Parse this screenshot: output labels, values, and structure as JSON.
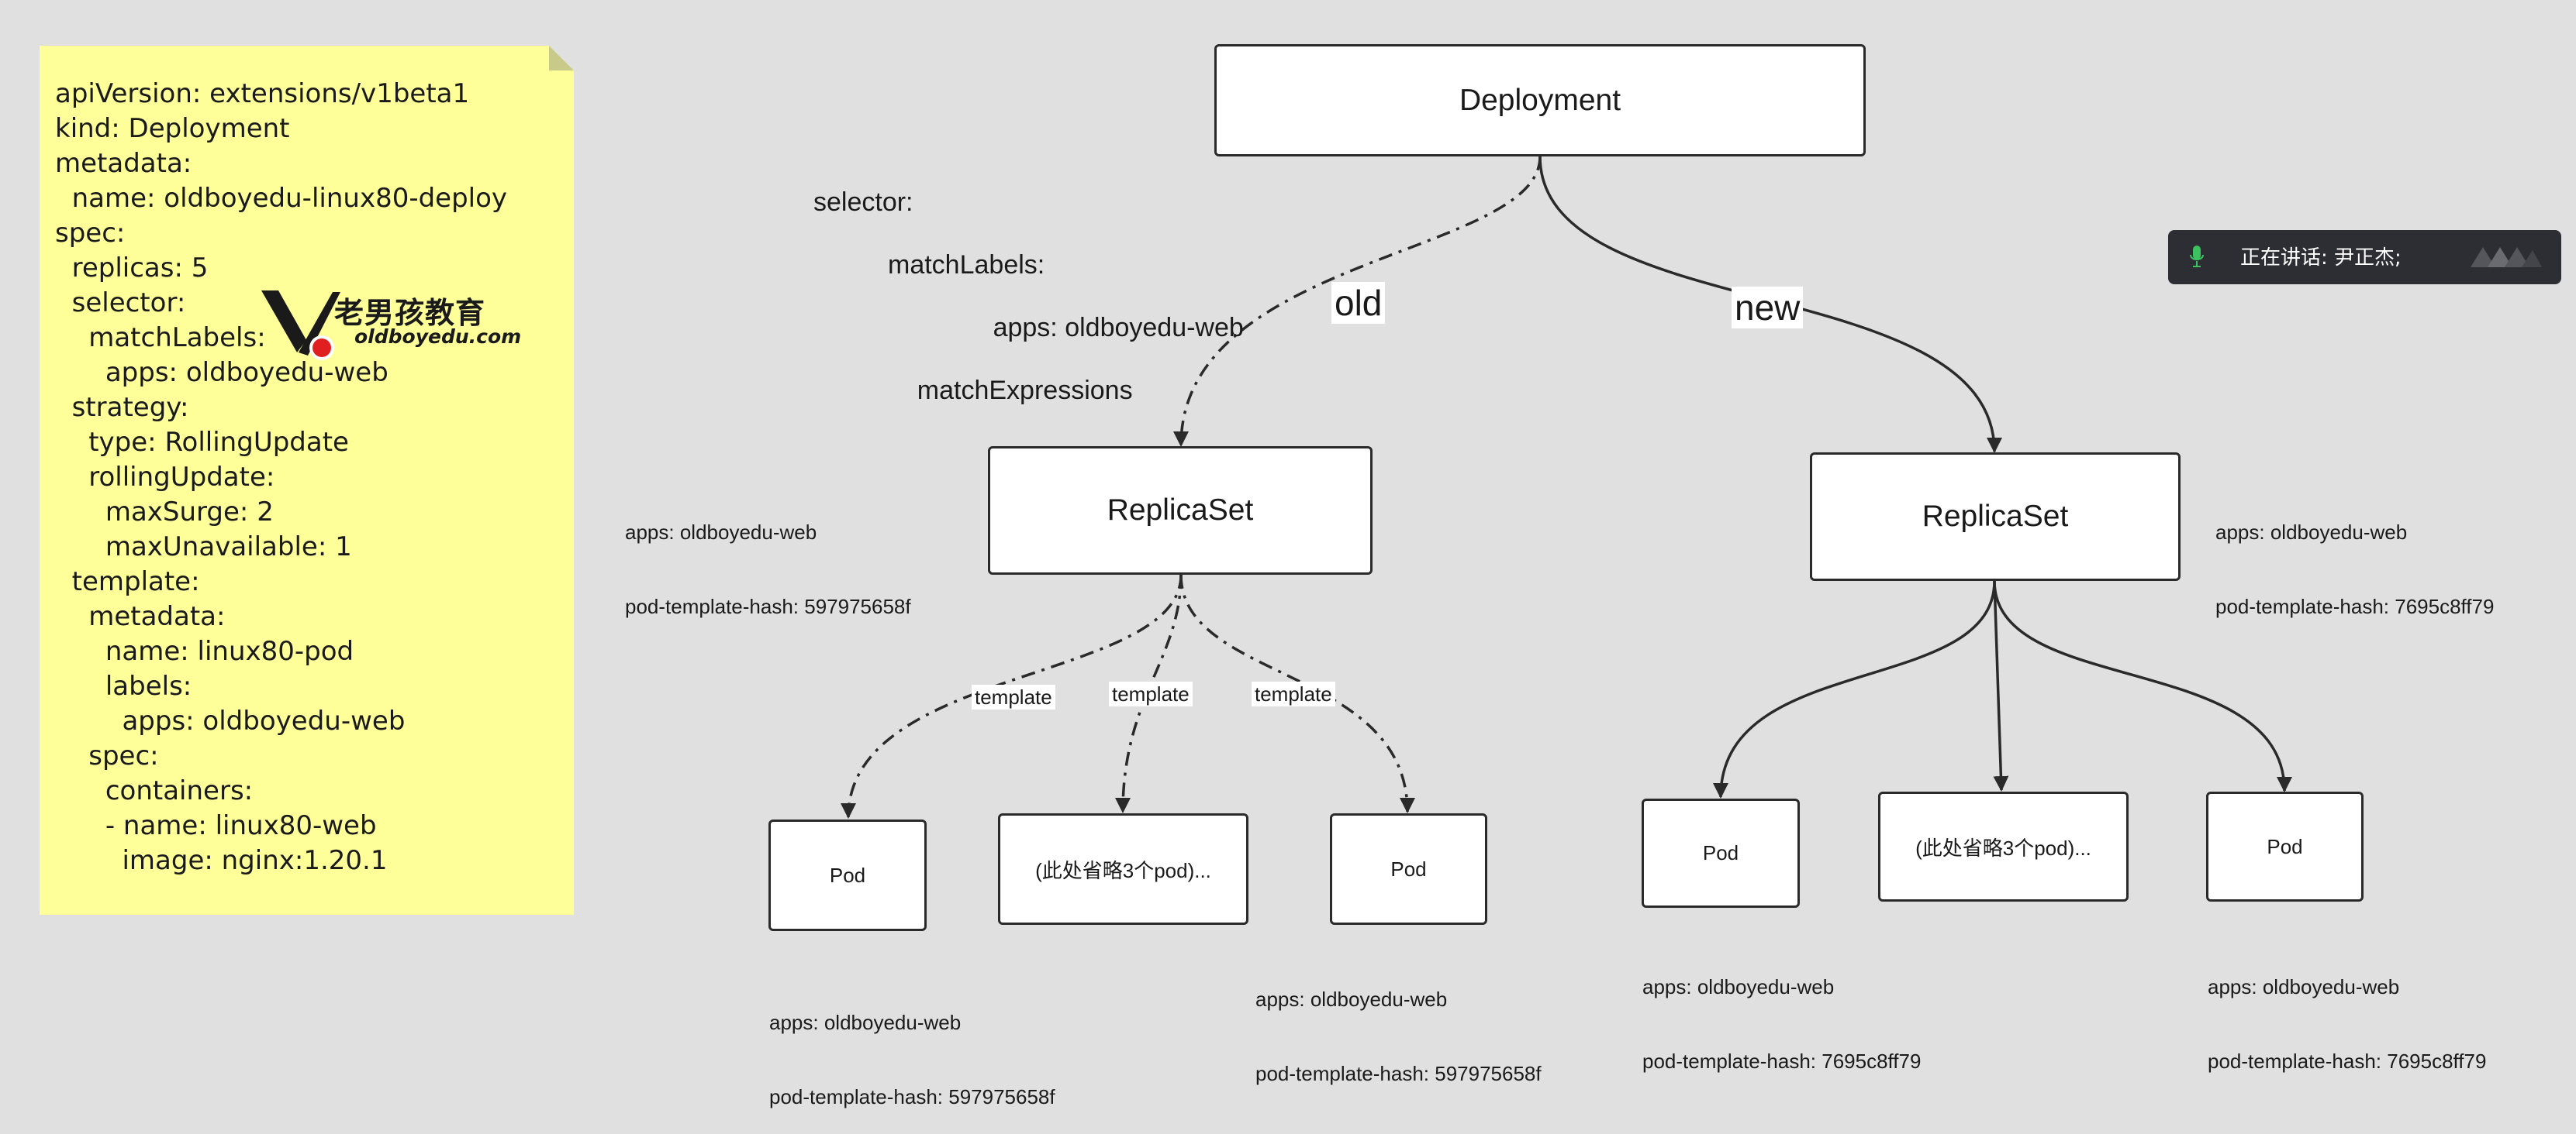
{
  "yaml_note": {
    "lines": [
      "apiVersion: extensions/v1beta1",
      "kind: Deployment",
      "metadata:",
      "  name: oldboyedu-linux80-deploy",
      "spec:",
      "  replicas: 5",
      "  selector:",
      "    matchLabels:",
      "      apps: oldboyedu-web",
      "  strategy:",
      "    type: RollingUpdate",
      "    rollingUpdate:",
      "      maxSurge: 2",
      "      maxUnavailable: 1",
      "  template:",
      "    metadata:",
      "      name: linux80-pod",
      "      labels:",
      "        apps: oldboyedu-web",
      "    spec:",
      "      containers:",
      "      - name: linux80-web",
      "        image: nginx:1.20.1"
    ]
  },
  "logo": {
    "name_cn": "老男孩教育",
    "domain": "oldboyedu.com"
  },
  "selector_text": {
    "lines": [
      "selector:",
      "    matchLabels:",
      "        apps: oldboyedu-web",
      "    matchExpressions",
      "        ....."
    ]
  },
  "nodes": {
    "deployment": "Deployment",
    "rs_old": "ReplicaSet",
    "rs_new": "ReplicaSet",
    "pod_old_1": "Pod",
    "pod_old_2": "(此处省略3个pod)...",
    "pod_old_3": "Pod",
    "pod_new_1": "Pod",
    "pod_new_2": "(此处省略3个pod)...",
    "pod_new_3": "Pod"
  },
  "edges": {
    "old_label": "old",
    "new_label": "new",
    "template_1": "template",
    "template_2": "template",
    "template_3": "template"
  },
  "labels_meta": {
    "rs_old": [
      "apps: oldboyedu-web",
      "pod-template-hash: 597975658f"
    ],
    "rs_new": [
      "apps: oldboyedu-web",
      "pod-template-hash: 7695c8ff79"
    ],
    "pod_old_1": [
      "apps: oldboyedu-web",
      "pod-template-hash: 597975658f"
    ],
    "pod_old_3": [
      "apps: oldboyedu-web",
      "pod-template-hash: 597975658f"
    ],
    "pod_new_1": [
      "apps: oldboyedu-web",
      "pod-template-hash: 7695c8ff79"
    ],
    "pod_new_3": [
      "apps: oldboyedu-web",
      "pod-template-hash: 7695c8ff79"
    ]
  },
  "speaking": {
    "text": "正在讲话: 尹正杰;"
  },
  "colors": {
    "background": "#e0e0e0",
    "note": "#ffff99",
    "logo_red": "#e02020",
    "stroke": "#2a2a2a"
  }
}
